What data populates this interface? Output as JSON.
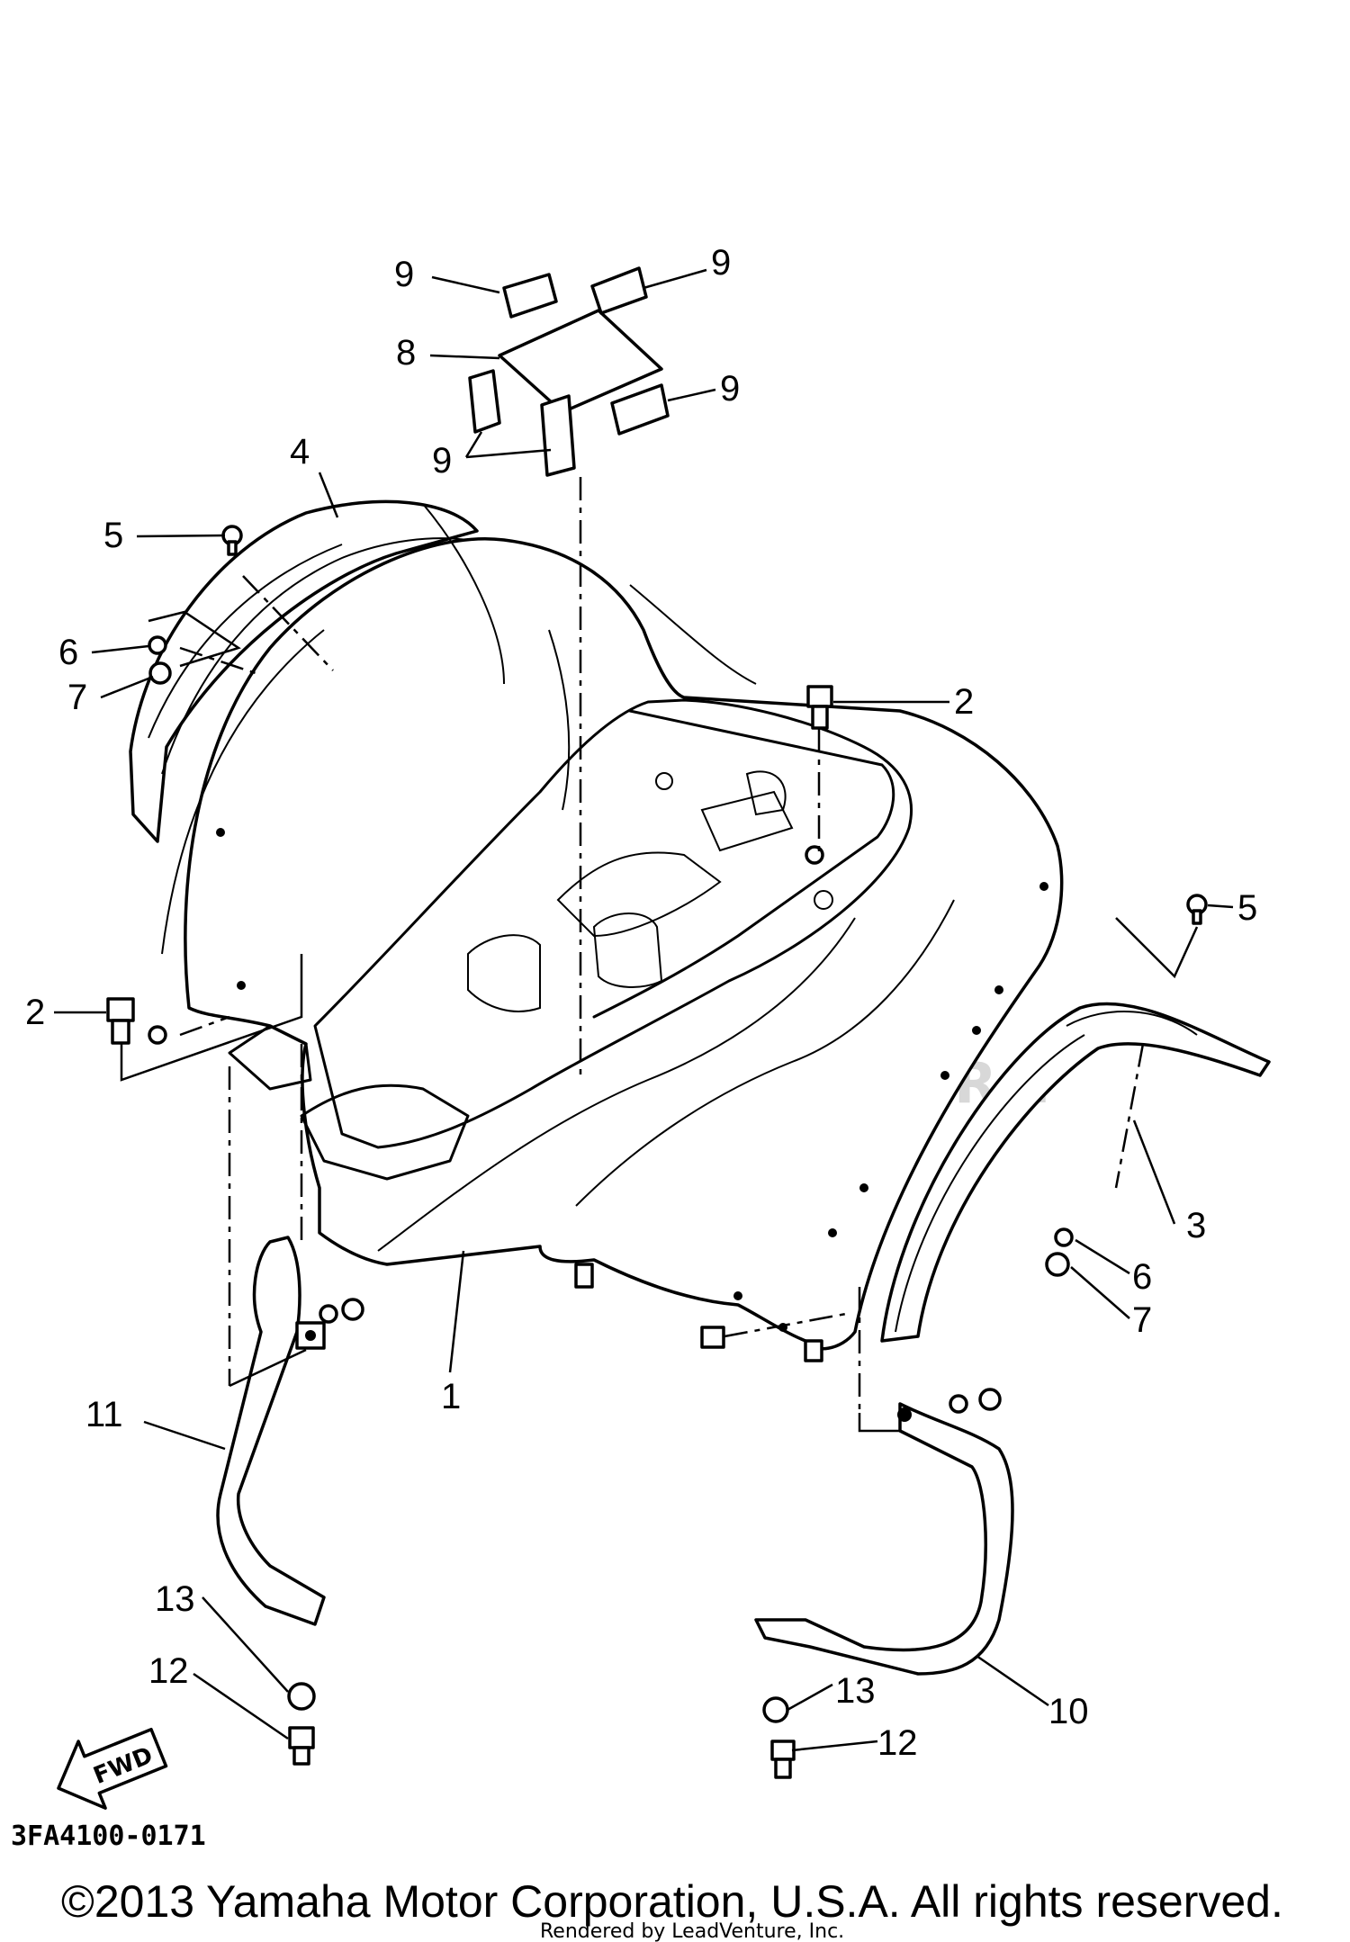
{
  "callouts": {
    "c1": "1",
    "c2a": "2",
    "c2b": "2",
    "c3": "3",
    "c4": "4",
    "c5a": "5",
    "c5b": "5",
    "c6a": "6",
    "c6b": "6",
    "c7a": "7",
    "c7b": "7",
    "c8": "8",
    "c9a": "9",
    "c9b": "9",
    "c9c": "9",
    "c9d": "9",
    "c10": "10",
    "c11": "11",
    "c12a": "12",
    "c12b": "12",
    "c13a": "13",
    "c13b": "13"
  },
  "fwd_label": "FWD",
  "diagram_code": "3FA4100-0171",
  "copyright": "©2013 Yamaha Motor Corporation, U.S.A. All rights reserved.",
  "watermark": "LEADVENTURE",
  "rendered_by": "Rendered by LeadVenture, Inc."
}
